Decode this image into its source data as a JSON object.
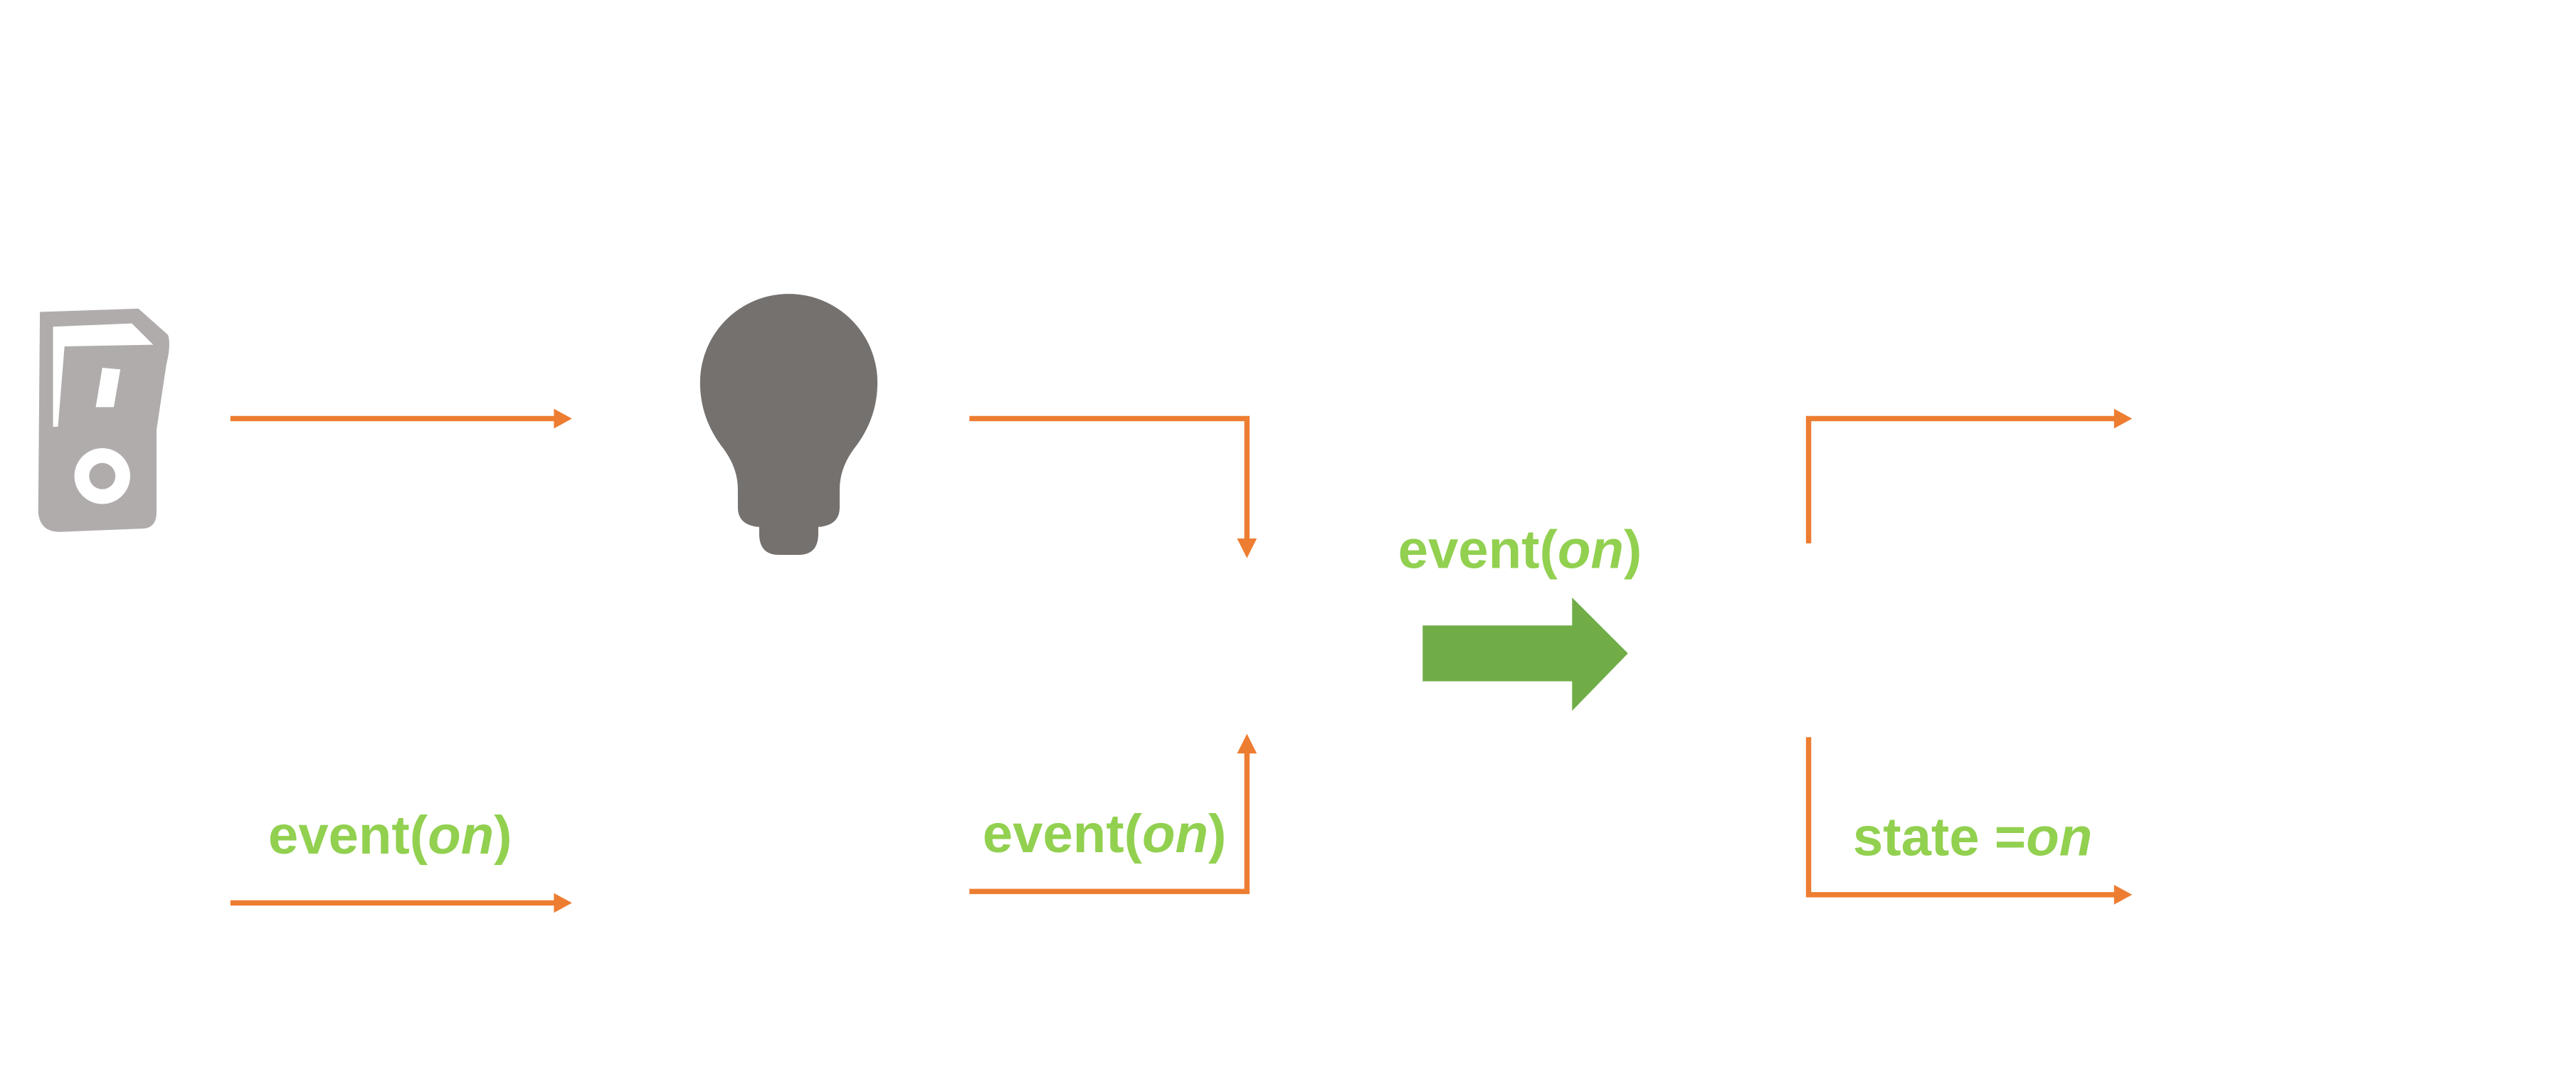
{
  "colors": {
    "wire": "#ED7D31",
    "label": "#92D050",
    "big_arrow": "#70AD47",
    "switch": "#AFACAB",
    "bulb": "#75716F"
  },
  "icons": {
    "switch": "light-switch-icon",
    "bulb": "light-bulb-icon"
  },
  "labels": {
    "bottom_left": {
      "prefix": "event(",
      "value": "on",
      "suffix": ")"
    },
    "bottom_middle": {
      "prefix": "event(",
      "value": "on",
      "suffix": ")"
    },
    "center": {
      "prefix": "event(",
      "value": "on",
      "suffix": ")"
    },
    "bottom_right": {
      "prefix": "state =",
      "value": "on"
    }
  }
}
